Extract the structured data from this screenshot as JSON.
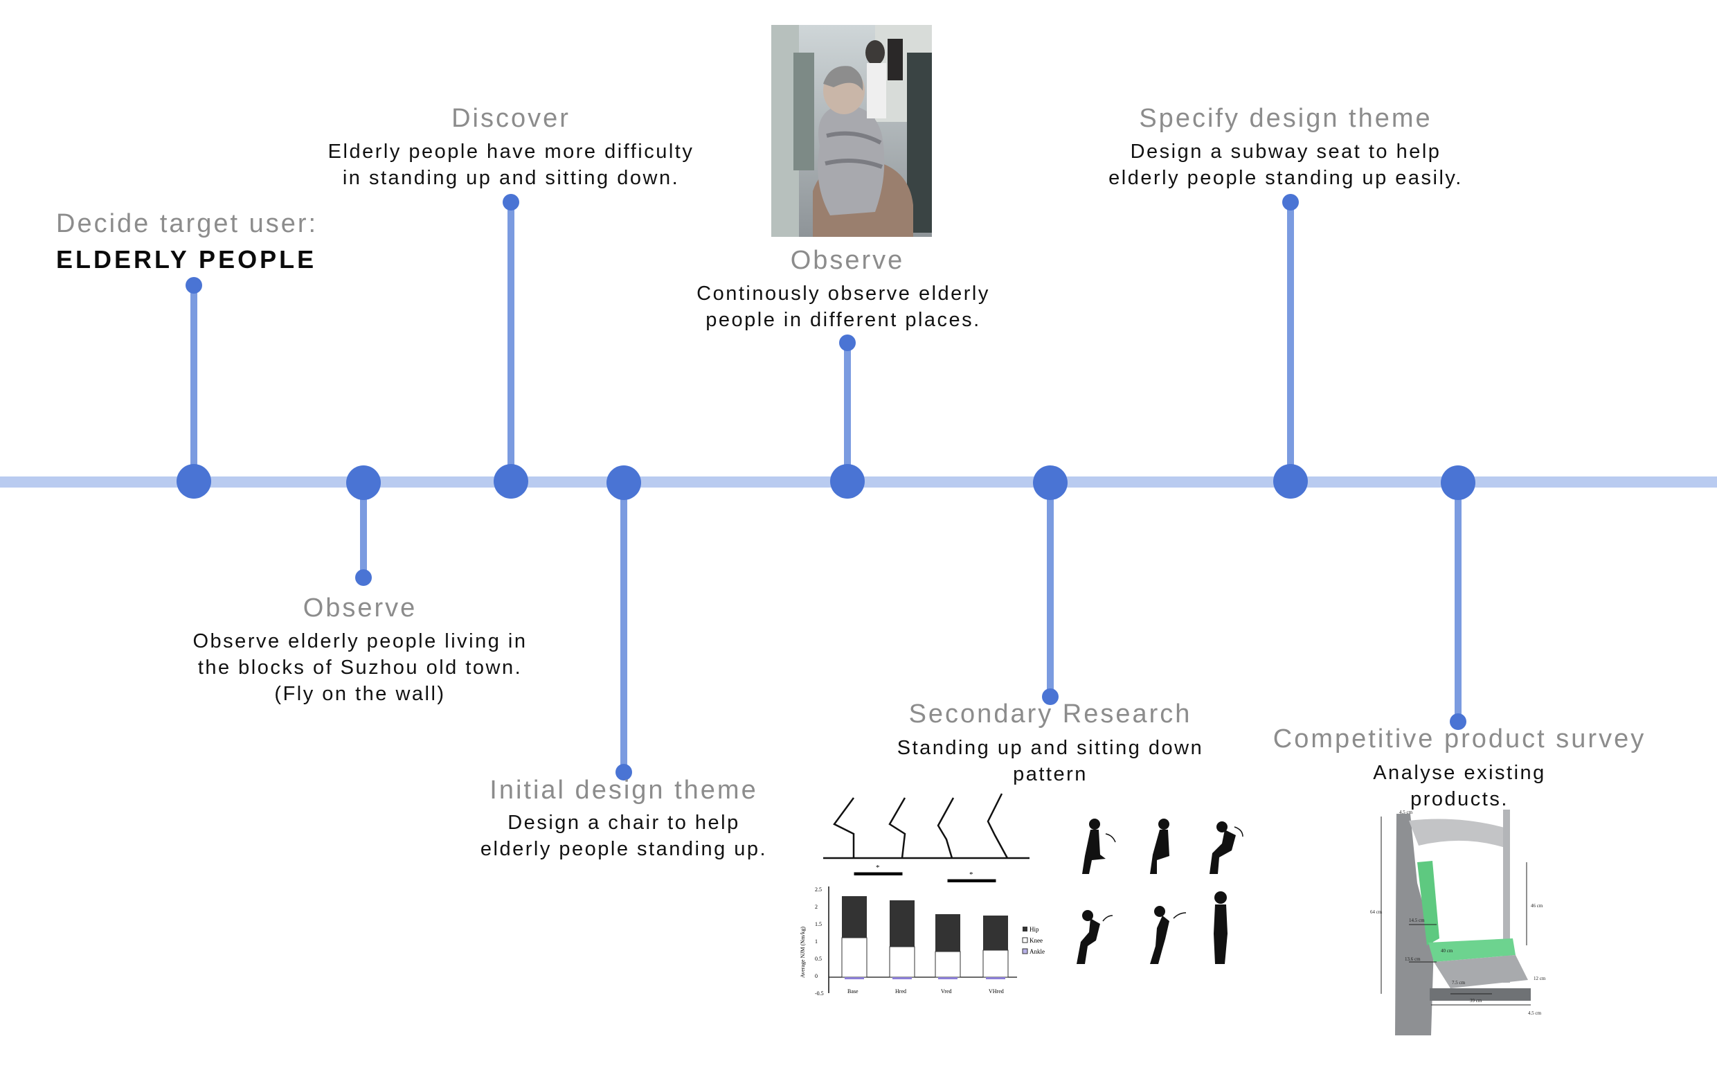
{
  "colors": {
    "accent": "#4a74d4",
    "track": "#b9cbf0",
    "stem": "#7b9be0",
    "title_gray": "#8c8c8c"
  },
  "nodes": {
    "target": {
      "title": "Decide target user:",
      "value": "ELDERLY PEOPLE"
    },
    "observe_1": {
      "title": "Observe",
      "desc": "Observe elderly people living in\nthe blocks of Suzhou old town.\n(Fly on the wall)"
    },
    "discover": {
      "title": "Discover",
      "desc": "Elderly people have more difficulty\nin standing up and sitting down."
    },
    "initial_theme": {
      "title": "Initial design theme",
      "desc": "Design a chair to help\nelderly people standing up."
    },
    "observe_2": {
      "title": "Observe",
      "desc": "Continously observe elderly\npeople in different places."
    },
    "secondary": {
      "title": "Secondary Research",
      "desc": "Standing up and sitting down\npattern"
    },
    "specify": {
      "title": "Specify design theme",
      "desc": "Design a subway seat to help\nelderly people standing up easily."
    },
    "competitive": {
      "title": "Competitive product survey",
      "desc": "Analyse existing products."
    }
  },
  "research_chart": {
    "ylabel": "Average NJM (Nm/kg)",
    "categories": [
      "Base",
      "Hred",
      "Vred",
      "VHred"
    ],
    "yticks": [
      "2.5",
      "2",
      "1.5",
      "1",
      "0.5",
      "0",
      "-0.5"
    ],
    "legend": [
      "Hip",
      "Knee",
      "Ankle"
    ],
    "star": "*"
  },
  "seat_dims": [
    "4.5 cm",
    "64 cm",
    "14.5 cm",
    "13.6 cm",
    "46 cm",
    "40 cm",
    "7.5 cm",
    "12 cm",
    "39 cm",
    "4.5 cm"
  ]
}
